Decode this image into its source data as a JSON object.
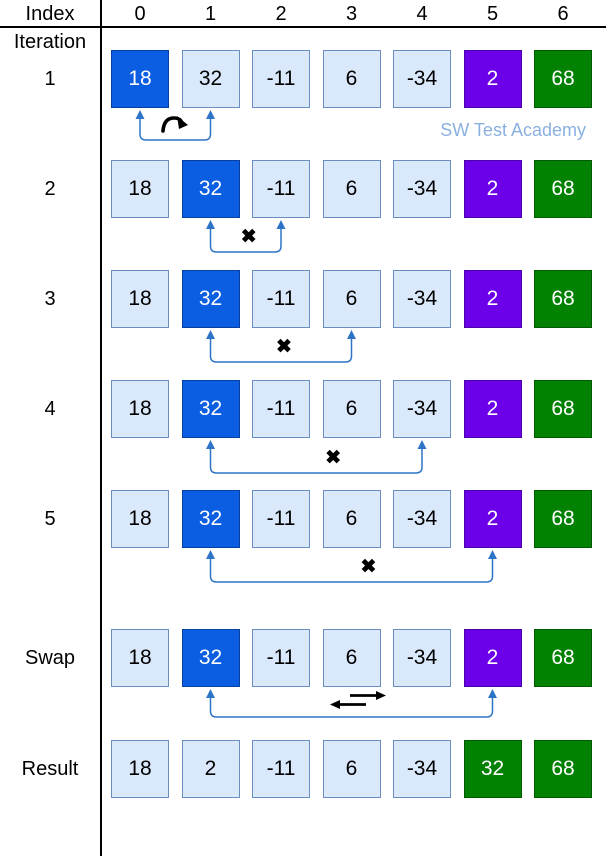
{
  "header": {
    "index_label": "Index",
    "iteration_label": "Iteration",
    "indices": [
      "0",
      "1",
      "2",
      "3",
      "4",
      "5",
      "6"
    ]
  },
  "watermark": {
    "text": "SW Test Academy",
    "color": "#8AB0E0"
  },
  "colors": {
    "cell_light": {
      "fill": "#DAE8FC",
      "border": "#6C8EBF",
      "text": "#000000"
    },
    "cell_blue": {
      "fill": "#0B5EE1",
      "border": "#06409E",
      "text": "#FFFFFF"
    },
    "cell_purple": {
      "fill": "#6C00E8",
      "border": "#4A00A8",
      "text": "#FFFFFF"
    },
    "cell_green": {
      "fill": "#038103",
      "border": "#015A01",
      "text": "#FFFFFF"
    },
    "connector": "#2E74C6",
    "glyph": "#000000",
    "divider": "#000000"
  },
  "icons": {
    "cross": "✖",
    "curve_arrow": "curved-right-arrow",
    "swap_arrows": "left-right-swap-arrows"
  },
  "rows": [
    {
      "label": "1",
      "values": [
        "18",
        "32",
        "-11",
        "6",
        "-34",
        "2",
        "68"
      ],
      "cell_colors": [
        "blue",
        "light",
        "light",
        "light",
        "light",
        "purple",
        "green"
      ],
      "connector": {
        "from": 0,
        "to": 1,
        "glyph": "curve-arrow"
      }
    },
    {
      "label": "2",
      "values": [
        "18",
        "32",
        "-11",
        "6",
        "-34",
        "2",
        "68"
      ],
      "cell_colors": [
        "light",
        "blue",
        "light",
        "light",
        "light",
        "purple",
        "green"
      ],
      "connector": {
        "from": 1,
        "to": 2,
        "glyph": "cross"
      }
    },
    {
      "label": "3",
      "values": [
        "18",
        "32",
        "-11",
        "6",
        "-34",
        "2",
        "68"
      ],
      "cell_colors": [
        "light",
        "blue",
        "light",
        "light",
        "light",
        "purple",
        "green"
      ],
      "connector": {
        "from": 1,
        "to": 3,
        "glyph": "cross"
      }
    },
    {
      "label": "4",
      "values": [
        "18",
        "32",
        "-11",
        "6",
        "-34",
        "2",
        "68"
      ],
      "cell_colors": [
        "light",
        "blue",
        "light",
        "light",
        "light",
        "purple",
        "green"
      ],
      "connector": {
        "from": 1,
        "to": 4,
        "glyph": "cross"
      }
    },
    {
      "label": "5",
      "values": [
        "18",
        "32",
        "-11",
        "6",
        "-34",
        "2",
        "68"
      ],
      "cell_colors": [
        "light",
        "blue",
        "light",
        "light",
        "light",
        "purple",
        "green"
      ],
      "connector": {
        "from": 1,
        "to": 5,
        "glyph": "cross"
      }
    },
    {
      "label": "Swap",
      "values": [
        "18",
        "32",
        "-11",
        "6",
        "-34",
        "2",
        "68"
      ],
      "cell_colors": [
        "light",
        "blue",
        "light",
        "light",
        "light",
        "purple",
        "green"
      ],
      "connector": {
        "from": 1,
        "to": 5,
        "glyph": "swap"
      }
    },
    {
      "label": "Result",
      "values": [
        "18",
        "2",
        "-11",
        "6",
        "-34",
        "32",
        "68"
      ],
      "cell_colors": [
        "light",
        "light",
        "light",
        "light",
        "light",
        "green",
        "green"
      ],
      "connector": null
    }
  ]
}
